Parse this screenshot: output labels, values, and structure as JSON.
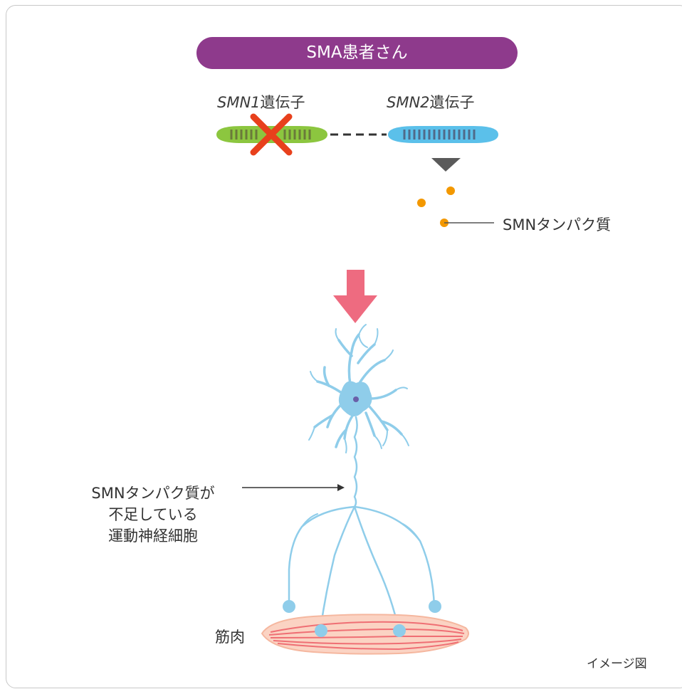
{
  "banner": {
    "label": "SMA患者さん"
  },
  "genes": {
    "smn1": {
      "italic": "SMN1",
      "suffix": "遺伝子"
    },
    "smn2": {
      "italic": "SMN2",
      "suffix": "遺伝子"
    }
  },
  "protein_label": "SMNタンパク質",
  "neuron_label": {
    "line1": "SMNタンパク質が",
    "line2": "不足している",
    "line3": "運動神経細胞"
  },
  "muscle_label": "筋肉",
  "image_note": "イメージ図",
  "colors": {
    "banner": "#8e3a8c",
    "smn1_gene": "#8cc63f",
    "smn2_gene": "#5bc0ea",
    "cross": "#e8401c",
    "protein": "#f39800",
    "arrow": "#ee6b80",
    "neuron": "#8fcdea",
    "neuron_nucleus": "#6a5fa8",
    "muscle_fill": "#fbd3c3",
    "muscle_fiber": "#ef6f74"
  }
}
